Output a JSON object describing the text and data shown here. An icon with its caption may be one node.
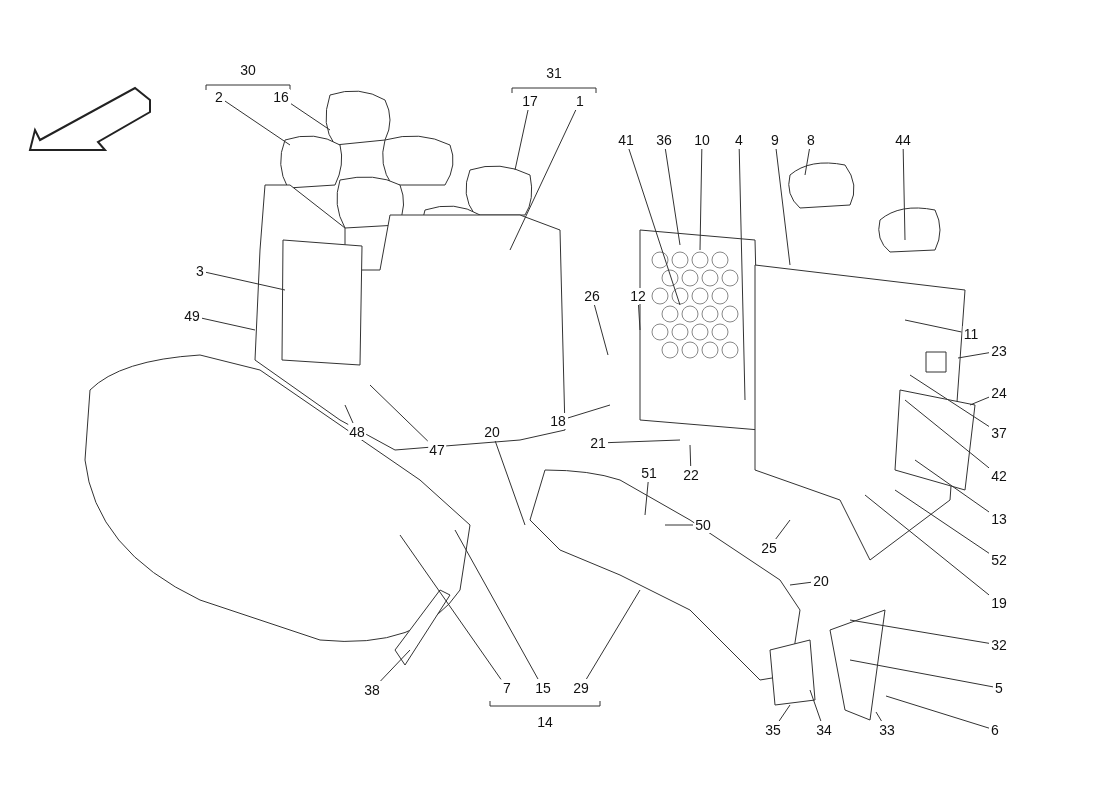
{
  "diagram": {
    "nodes": [
      {
        "text": [
          "2"
        ]
      },
      {
        "text": [
          "16"
        ]
      },
      {
        "text": [
          "17"
        ]
      },
      {
        "text": [
          "1"
        ]
      },
      {
        "text": [
          "41"
        ]
      },
      {
        "text": [
          "36"
        ]
      },
      {
        "text": [
          "10"
        ]
      },
      {
        "text": [
          "4"
        ]
      },
      {
        "text": [
          "9"
        ]
      },
      {
        "text": [
          "8"
        ]
      },
      {
        "text": [
          "44"
        ]
      },
      {
        "text": [
          "3"
        ]
      },
      {
        "text": [
          "26"
        ]
      },
      {
        "text": [
          "12"
        ]
      },
      {
        "text": [
          "49"
        ]
      },
      {
        "text": [
          "11"
        ]
      },
      {
        "text": [
          "23"
        ]
      },
      {
        "text": [
          "24"
        ]
      },
      {
        "text": [
          "18"
        ]
      },
      {
        "text": [
          "48"
        ]
      },
      {
        "text": [
          "37"
        ]
      },
      {
        "text": [
          "21"
        ]
      },
      {
        "text": [
          "20"
        ]
      },
      {
        "text": [
          "47"
        ]
      },
      {
        "text": [
          "42"
        ]
      },
      {
        "text": [
          "51"
        ]
      },
      {
        "text": [
          "22"
        ]
      },
      {
        "text": [
          "13"
        ]
      },
      {
        "text": [
          "50"
        ]
      },
      {
        "text": [
          "25"
        ]
      },
      {
        "text": [
          "52"
        ]
      },
      {
        "text": [
          "20"
        ]
      },
      {
        "text": [
          "19"
        ]
      },
      {
        "text": [
          "32"
        ]
      },
      {
        "text": [
          "7"
        ]
      },
      {
        "text": [
          "15"
        ]
      },
      {
        "text": [
          "29"
        ]
      },
      {
        "text": [
          "5"
        ]
      },
      {
        "text": [
          "38"
        ]
      },
      {
        "text": [
          "35"
        ]
      },
      {
        "text": [
          "34"
        ]
      },
      {
        "text": [
          "33"
        ]
      },
      {
        "text": [
          "6"
        ]
      }
    ],
    "edges": [
      {
        "from": 0,
        "to": null,
        "arrow": "none"
      },
      {
        "from": 1,
        "to": null,
        "arrow": "none"
      },
      {
        "from": 2,
        "to": null,
        "arrow": "none"
      },
      {
        "from": 3,
        "to": null,
        "arrow": "none"
      },
      {
        "from": 4,
        "to": null,
        "arrow": "none"
      },
      {
        "from": 5,
        "to": null,
        "arrow": "none"
      },
      {
        "from": 6,
        "to": null,
        "arrow": "none"
      },
      {
        "from": 7,
        "to": null,
        "arrow": "none"
      },
      {
        "from": 8,
        "to": null,
        "arrow": "none"
      },
      {
        "from": 9,
        "to": null,
        "arrow": "none"
      },
      {
        "from": 10,
        "to": null,
        "arrow": "none"
      },
      {
        "from": 11,
        "to": null,
        "arrow": "none"
      },
      {
        "from": 12,
        "to": null,
        "arrow": "none"
      },
      {
        "from": 13,
        "to": null,
        "arrow": "none"
      },
      {
        "from": 14,
        "to": null,
        "arrow": "none"
      },
      {
        "from": 15,
        "to": null,
        "arrow": "none"
      },
      {
        "from": 16,
        "to": null,
        "arrow": "none"
      },
      {
        "from": 17,
        "to": null,
        "arrow": "none"
      },
      {
        "from": 18,
        "to": null,
        "arrow": "none"
      },
      {
        "from": 19,
        "to": null,
        "arrow": "none"
      },
      {
        "from": 20,
        "to": null,
        "arrow": "none"
      },
      {
        "from": 21,
        "to": null,
        "arrow": "none"
      },
      {
        "from": 22,
        "to": null,
        "arrow": "none"
      },
      {
        "from": 23,
        "to": null,
        "arrow": "none"
      },
      {
        "from": 24,
        "to": null,
        "arrow": "none"
      },
      {
        "from": 25,
        "to": null,
        "arrow": "none"
      },
      {
        "from": 26,
        "to": null,
        "arrow": "none"
      },
      {
        "from": 27,
        "to": null,
        "arrow": "none"
      },
      {
        "from": 28,
        "to": null,
        "arrow": "none"
      },
      {
        "from": 29,
        "to": null,
        "arrow": "none"
      },
      {
        "from": 30,
        "to": null,
        "arrow": "none"
      },
      {
        "from": 31,
        "to": null,
        "arrow": "none"
      },
      {
        "from": 32,
        "to": null,
        "arrow": "none"
      },
      {
        "from": 33,
        "to": null,
        "arrow": "none"
      },
      {
        "from": 34,
        "to": null,
        "arrow": "none"
      },
      {
        "from": 35,
        "to": null,
        "arrow": "none"
      },
      {
        "from": 36,
        "to": null,
        "arrow": "none"
      },
      {
        "from": 37,
        "to": null,
        "arrow": "none"
      },
      {
        "from": 38,
        "to": null,
        "arrow": "none"
      },
      {
        "from": 39,
        "to": null,
        "arrow": "none"
      },
      {
        "from": 40,
        "to": null,
        "arrow": "none"
      },
      {
        "from": 41,
        "to": null,
        "arrow": "none"
      },
      {
        "from": 42,
        "to": null,
        "arrow": "none"
      }
    ],
    "labels": [
      "30",
      "31",
      "14"
    ]
  }
}
